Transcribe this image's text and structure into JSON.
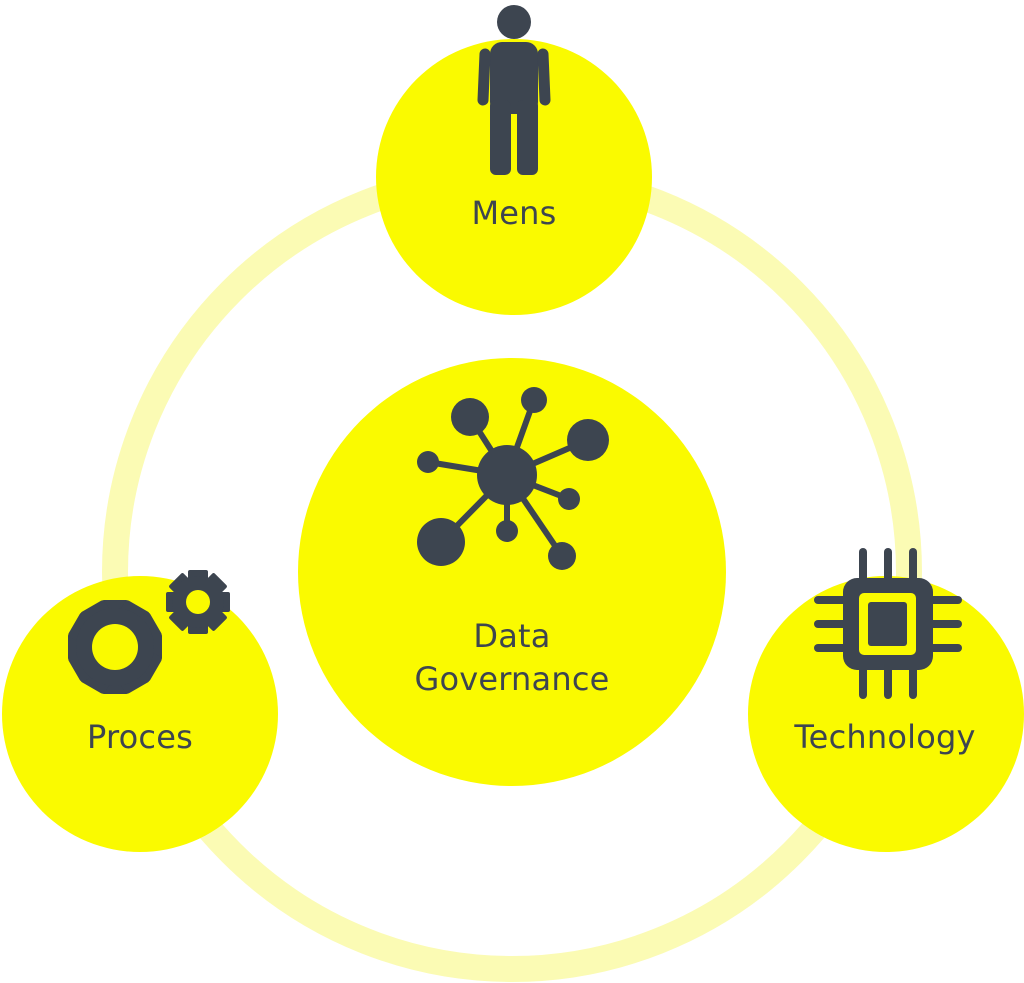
{
  "colors": {
    "yellow": "#fafa00",
    "ring": "#fbfbb4",
    "icon": "#3d4550"
  },
  "nodes": {
    "center": {
      "label_line1": "Data",
      "label_line2": "Governance",
      "icon": "network-hub-icon"
    },
    "top": {
      "label": "Mens",
      "icon": "person-icon"
    },
    "left": {
      "label": "Proces",
      "icon": "gears-icon"
    },
    "right": {
      "label": "Technology",
      "icon": "chip-icon"
    }
  }
}
